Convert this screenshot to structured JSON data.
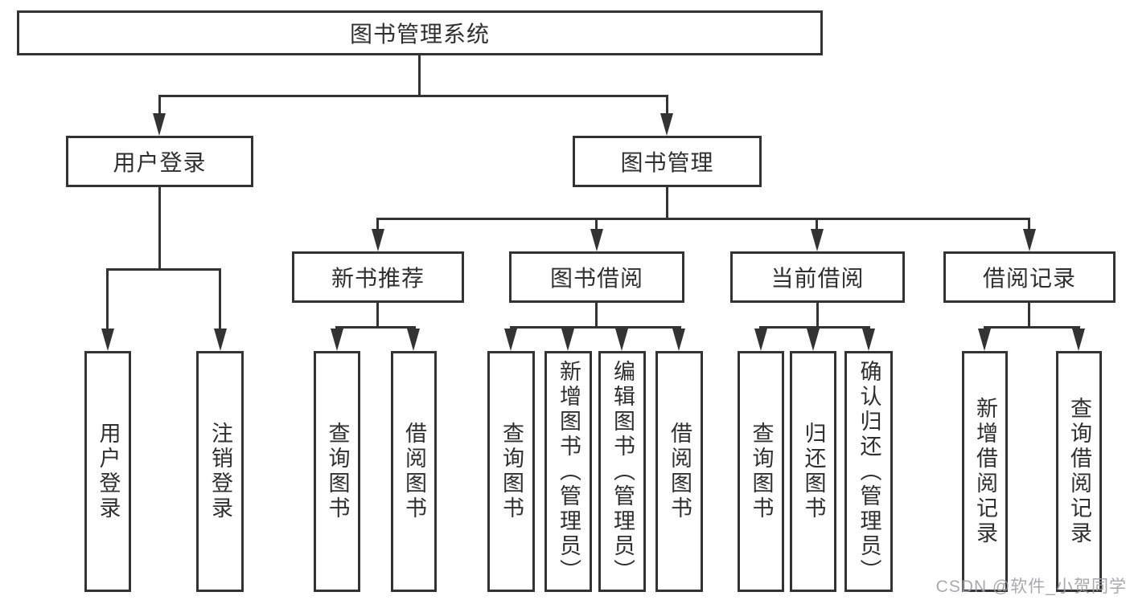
{
  "diagram": {
    "root": "图书管理系统",
    "branches": [
      {
        "label": "用户登录",
        "children": [
          "用户登录",
          "注销登录"
        ]
      },
      {
        "label": "图书管理",
        "sections": [
          {
            "label": "新书推荐",
            "children": [
              "查询图书",
              "借阅图书"
            ]
          },
          {
            "label": "图书借阅",
            "children": [
              "查询图书",
              "新增图书（管理员）",
              "编辑图书（管理员）",
              "借阅图书"
            ]
          },
          {
            "label": "当前借阅",
            "children": [
              "查询图书",
              "归还图书",
              "确认归还（管理员）"
            ]
          },
          {
            "label": "借阅记录",
            "children": [
              "新增借阅记录",
              "查询借阅记录"
            ]
          }
        ]
      }
    ],
    "watermark": "CSDN @软件_小贺同学",
    "colors": {
      "line": "#333333",
      "text": "#2f2f2f",
      "watermark": "#9e9ea6",
      "background": "#ffffff"
    }
  }
}
